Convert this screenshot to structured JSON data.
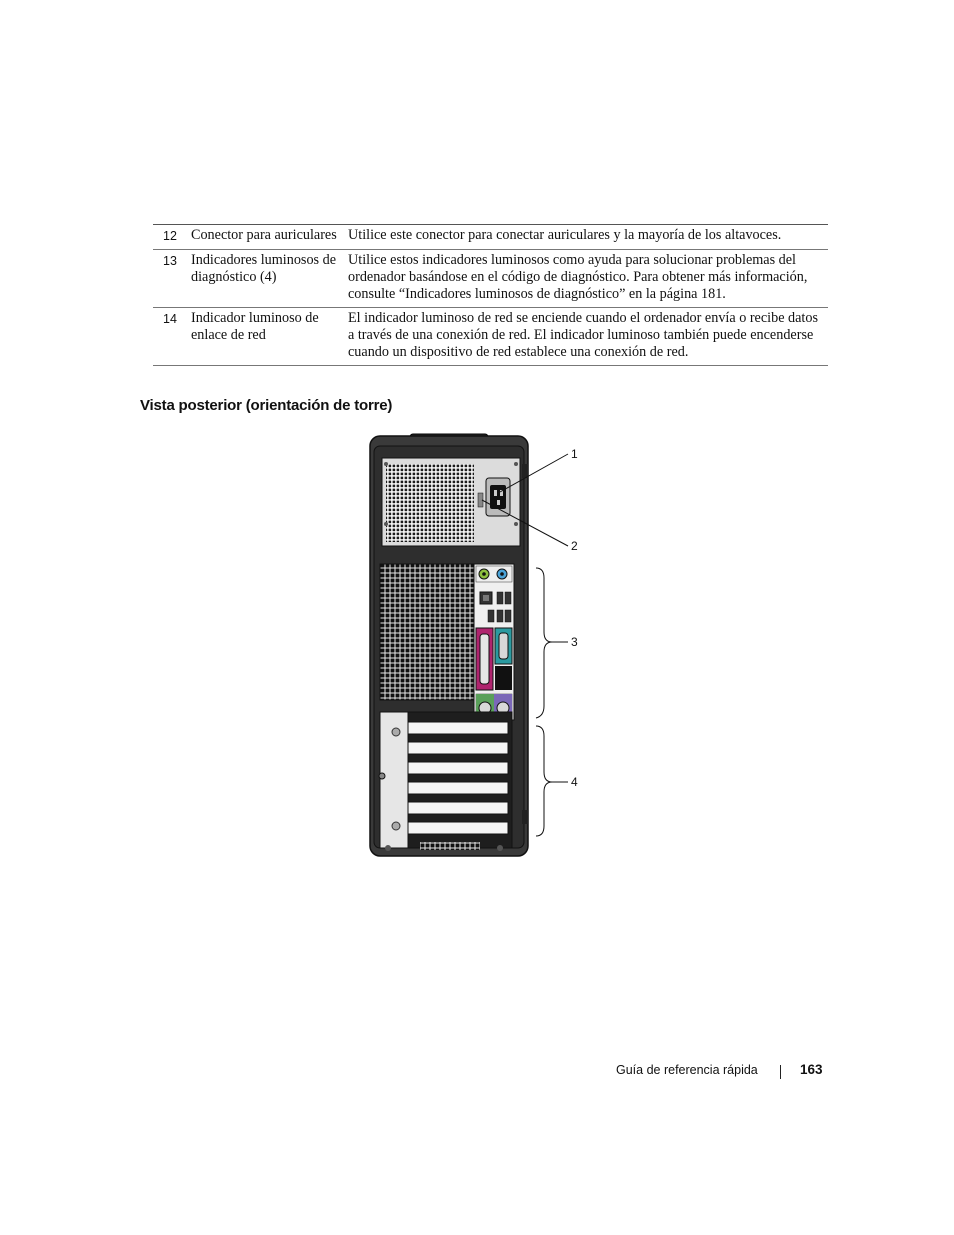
{
  "table": {
    "rows": [
      {
        "num": "12",
        "name": "Conector para auriculares",
        "desc": "Utilice este conector para conectar auriculares y la mayoría de los altavoces."
      },
      {
        "num": "13",
        "name": "Indicadores luminosos de diagnóstico (4)",
        "desc": "Utilice estos indicadores luminosos como ayuda para solucionar problemas del ordenador basándose en el código de diagnóstico. Para obtener más información, consulte “Indicadores luminosos de diagnóstico” en la página 181."
      },
      {
        "num": "14",
        "name": "Indicador luminoso de enlace de red",
        "desc": "El indicador luminoso de red se enciende cuando el ordenador envía o recibe datos a través de una conexión de red. El indicador luminoso también puede encenderse cuando un dispositivo de red establece una conexión de red."
      }
    ]
  },
  "section": {
    "title": "Vista posterior (orientación de torre)"
  },
  "figure": {
    "callouts": [
      "1",
      "2",
      "3",
      "4"
    ],
    "colors": {
      "audio_green": "#8dbf3f",
      "audio_blue": "#4aa3d8",
      "parallel": "#b0246e",
      "serial": "#2b9aa0",
      "ps2_mouse": "#5aa05a",
      "ps2_keyboard": "#7b68b8"
    }
  },
  "footer": {
    "title": "Guía de referencia rápida",
    "page": "163"
  }
}
